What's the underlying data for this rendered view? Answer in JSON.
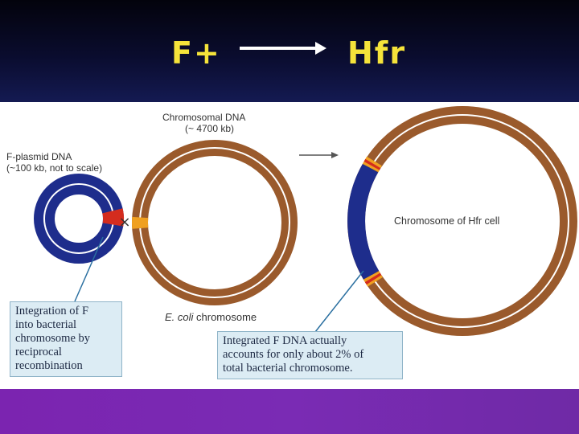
{
  "header": {
    "left_title": "F+",
    "right_title": "Hfr"
  },
  "diagram": {
    "chromosomal_dna_title": "Chromosomal DNA",
    "chromosomal_dna_size": "(~ 4700 kb)",
    "plasmid_title": "F-plasmid DNA",
    "plasmid_size": "(~100 kb, not to scale)",
    "crossover_mark": "×",
    "ecoli_label_italic": "E. coli",
    "ecoli_label_rest": " chromosome",
    "hfr_label": "Chromosome of Hfr cell",
    "box_left": [
      "Integration of F",
      "into bacterial",
      "chromosome by",
      "reciprocal",
      "recombination"
    ],
    "box_right": [
      "Integrated F DNA actually",
      "accounts for only about 2% of",
      "total bacterial chromosome."
    ]
  },
  "colors": {
    "title_yellow": "#f5e33a",
    "plasmid_blue": "#1e2d8c",
    "chromosome_brown": "#9a5a2c",
    "insert_red": "#d42c1e",
    "insert_orange": "#f0a020",
    "footer_purple": "#7a2bb4"
  }
}
